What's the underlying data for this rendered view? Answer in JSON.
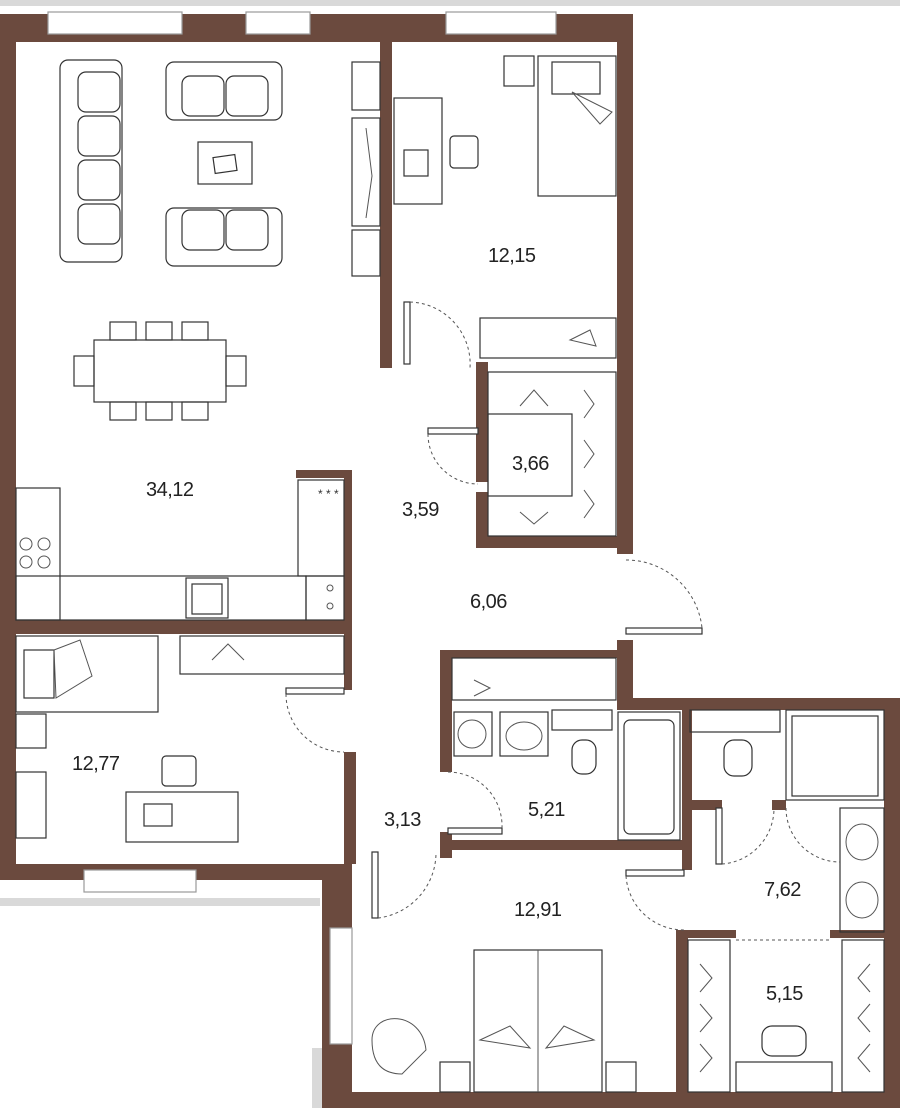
{
  "plan": {
    "wall_color": "#6b4a3e",
    "rooms": [
      {
        "id": "living-kitchen",
        "area": "34,12"
      },
      {
        "id": "bedroom-top",
        "area": "12,15"
      },
      {
        "id": "walk-in-closet",
        "area": "3,66"
      },
      {
        "id": "hall-upper",
        "area": "3,59"
      },
      {
        "id": "corridor",
        "area": "6,06"
      },
      {
        "id": "study-bedroom",
        "area": "12,77"
      },
      {
        "id": "hall-lower",
        "area": "3,13"
      },
      {
        "id": "bathroom",
        "area": "5,21"
      },
      {
        "id": "master-bedroom",
        "area": "12,91"
      },
      {
        "id": "master-bathroom",
        "area": "7,62"
      },
      {
        "id": "master-closet",
        "area": "5,15"
      }
    ]
  }
}
